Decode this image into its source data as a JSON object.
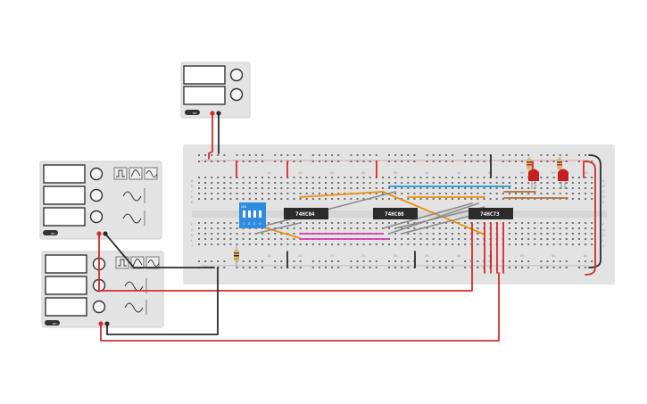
{
  "breadboard": {
    "column_numbers": [
      "10",
      "15",
      "20",
      "25",
      "30",
      "35",
      "40",
      "45",
      "50",
      "55",
      "60"
    ],
    "row_letters_top": [
      "A",
      "B",
      "C",
      "D",
      "E"
    ],
    "row_letters_bottom": [
      "F",
      "G",
      "H",
      "I",
      "J"
    ]
  },
  "chips": [
    {
      "label": "74HC04"
    },
    {
      "label": "74HC08"
    },
    {
      "label": "74HC73"
    }
  ],
  "dip_switch": {
    "on_label": "ON",
    "positions": [
      "1",
      "2",
      "3",
      "4"
    ]
  },
  "instruments": {
    "dc_power_supply": {
      "on_label": "on"
    },
    "function_generator_1": {
      "on_label": "on"
    },
    "function_generator_2": {
      "on_label": "on"
    }
  },
  "colors": {
    "board": "#e3e3e3",
    "wire_red": "#d62b2b",
    "wire_black": "#2b2b2b",
    "wire_orange": "#e8920c",
    "wire_blue": "#1e9ad6",
    "wire_magenta": "#d63ab4",
    "wire_gray": "#8c8c8c",
    "wire_brown": "#b0723a",
    "dip_blue": "#2f8be0",
    "led_red": "#c81e1e"
  }
}
